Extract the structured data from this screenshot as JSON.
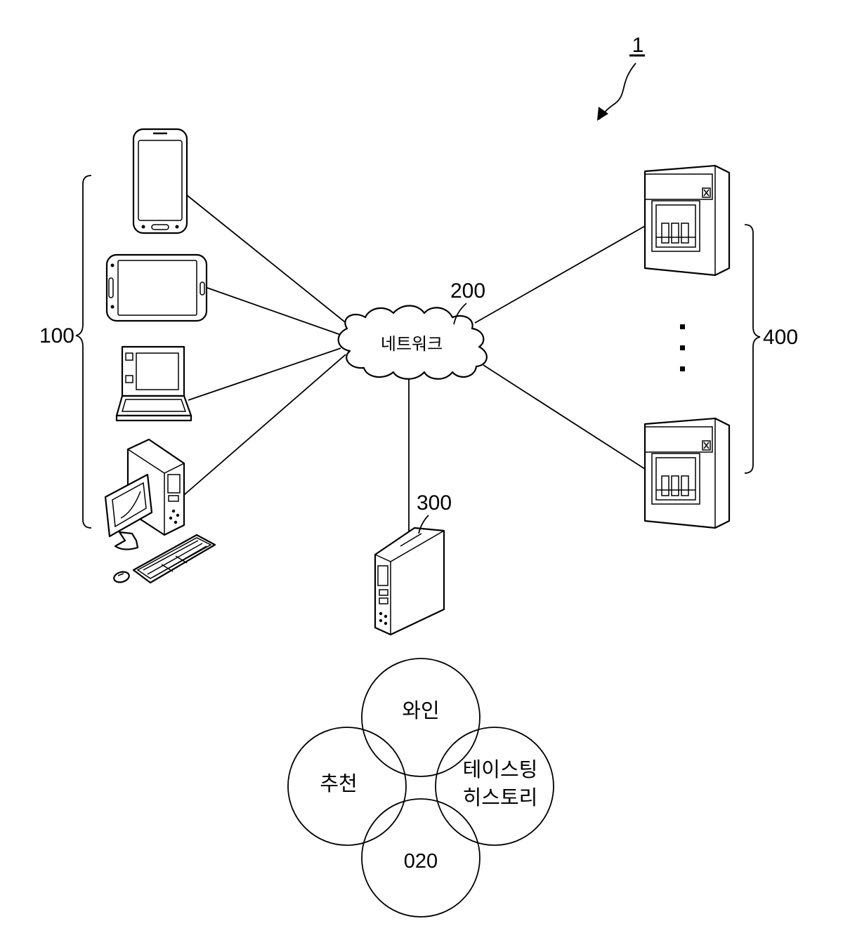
{
  "figure_ref": "1",
  "groups": {
    "clients_ref": "100",
    "network_ref": "200",
    "server_ref": "300",
    "vending_ref": "400"
  },
  "network": {
    "label": "네트워크"
  },
  "vending_ellipsis": "⋮",
  "venn": {
    "top": "와인",
    "left": "추천",
    "right_line1": "테이스팅",
    "right_line2": "히스토리",
    "bottom": "020"
  }
}
